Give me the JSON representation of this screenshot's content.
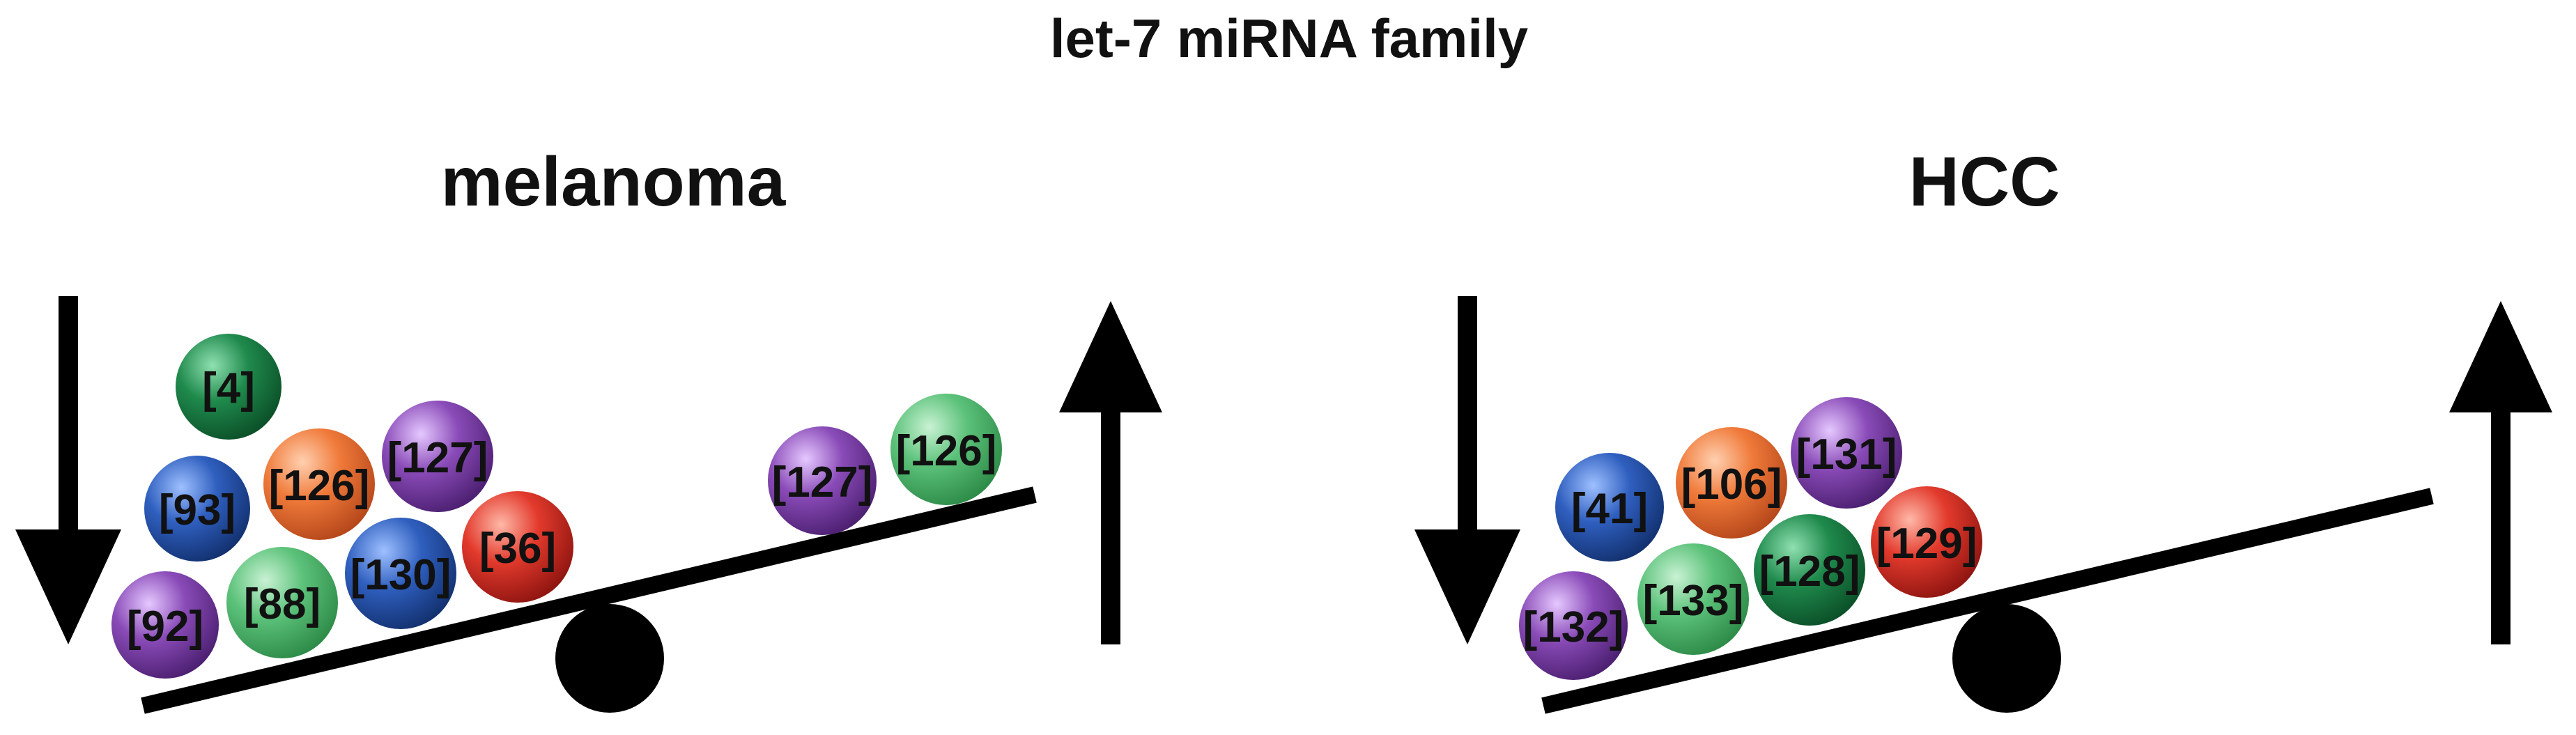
{
  "title": "let-7 miRNA family",
  "panels": [
    {
      "id": "melanoma",
      "label": "melanoma",
      "balls": [
        {
          "label": "[4]",
          "color": "dark-green"
        },
        {
          "label": "[93]",
          "color": "blue"
        },
        {
          "label": "[126]",
          "color": "orange"
        },
        {
          "label": "[127]",
          "color": "purple"
        },
        {
          "label": "[92]",
          "color": "purple"
        },
        {
          "label": "[88]",
          "color": "light-green"
        },
        {
          "label": "[130]",
          "color": "blue"
        },
        {
          "label": "[36]",
          "color": "red"
        },
        {
          "label": "[127]",
          "color": "purple"
        },
        {
          "label": "[126]",
          "color": "light-green"
        }
      ]
    },
    {
      "id": "hcc",
      "label": "HCC",
      "balls": [
        {
          "label": "[41]",
          "color": "blue"
        },
        {
          "label": "[106]",
          "color": "orange"
        },
        {
          "label": "[131]",
          "color": "purple"
        },
        {
          "label": "[132]",
          "color": "purple"
        },
        {
          "label": "[133]",
          "color": "light-green"
        },
        {
          "label": "[128]",
          "color": "dark-green"
        },
        {
          "label": "[129]",
          "color": "red"
        }
      ]
    }
  ],
  "colors": {
    "dark-green": "#1f8a4c",
    "light-green": "#5cc27a",
    "blue": "#2f5fbf",
    "orange": "#f07a3a",
    "purple": "#8a4bb8",
    "red": "#e23a2c",
    "line": "#000000"
  },
  "icons": [
    "down-arrow-icon",
    "up-arrow-icon",
    "fulcrum-icon"
  ]
}
